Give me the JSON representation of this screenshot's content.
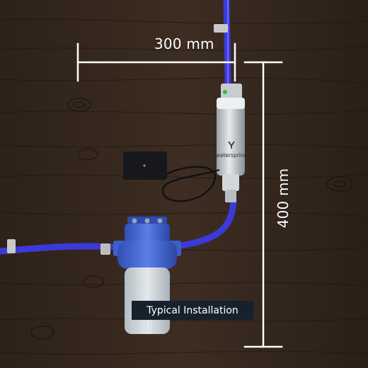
{
  "dimensions": {
    "width_label": "300 mm",
    "height_label": "400 mm"
  },
  "caption": {
    "text": "Typical Installation"
  },
  "device": {
    "brand": "waterspring"
  },
  "colors": {
    "wood": "#3a2a20",
    "hose": "#3a3ad8",
    "filter_blue": "#3f63d0",
    "dimension_line": "#ffffff",
    "caption_bg": "#16212d"
  }
}
